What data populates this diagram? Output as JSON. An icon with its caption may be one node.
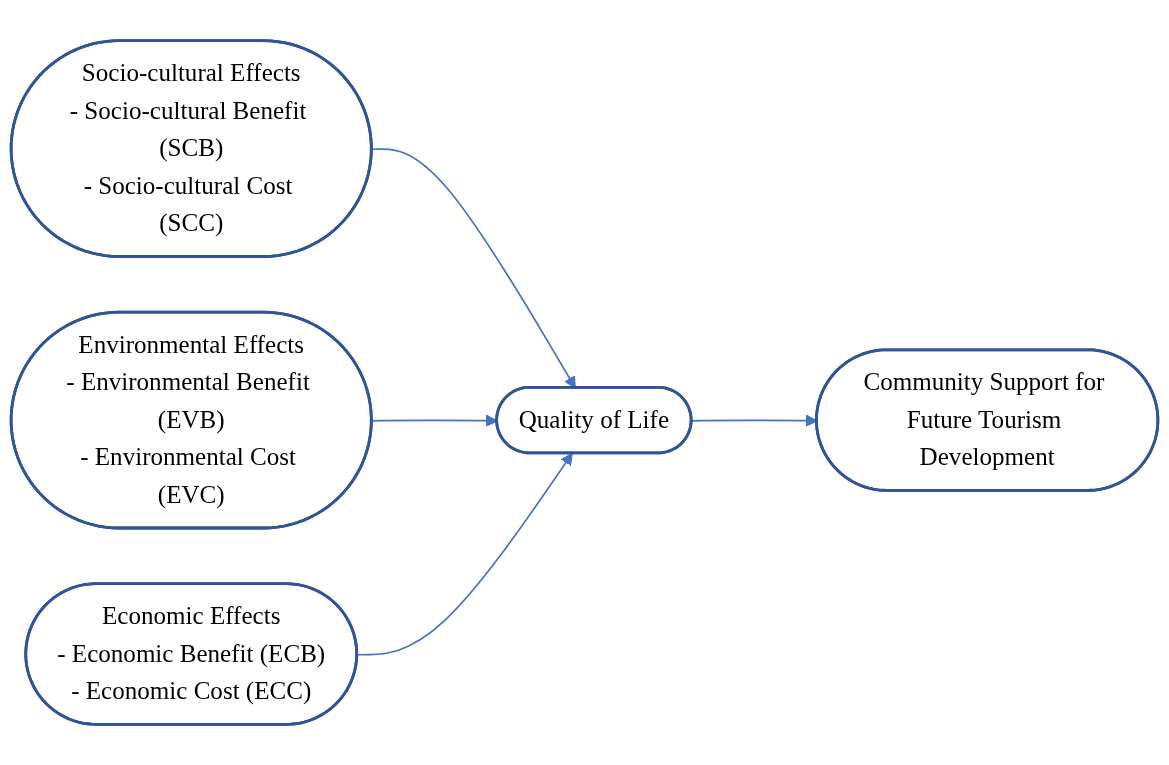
{
  "diagram": {
    "nodes": [
      {
        "text": [
          "Socio-cultural Effects",
          "- Socio-cultural Benefit (SCB)",
          "- Socio-cultural Cost (SCC)"
        ]
      },
      {
        "text": [
          "Environmental Effects",
          "- Environmental Benefit (EVB)",
          "- Environmental Cost (EVC)"
        ]
      },
      {
        "text": [
          "Economic Effects",
          "- Economic Benefit (ECB)",
          "- Economic Cost (ECC)"
        ]
      },
      {
        "text": [
          "Quality of Life"
        ]
      },
      {
        "text": [
          "Community Support for Future Tourism Development"
        ]
      }
    ],
    "edges": [
      {
        "from": 0,
        "to": 3,
        "arrow": "to"
      },
      {
        "from": 1,
        "to": 3,
        "arrow": "to"
      },
      {
        "from": 2,
        "to": 3,
        "arrow": "to"
      },
      {
        "from": 3,
        "to": 4,
        "arrow": "to"
      }
    ]
  }
}
